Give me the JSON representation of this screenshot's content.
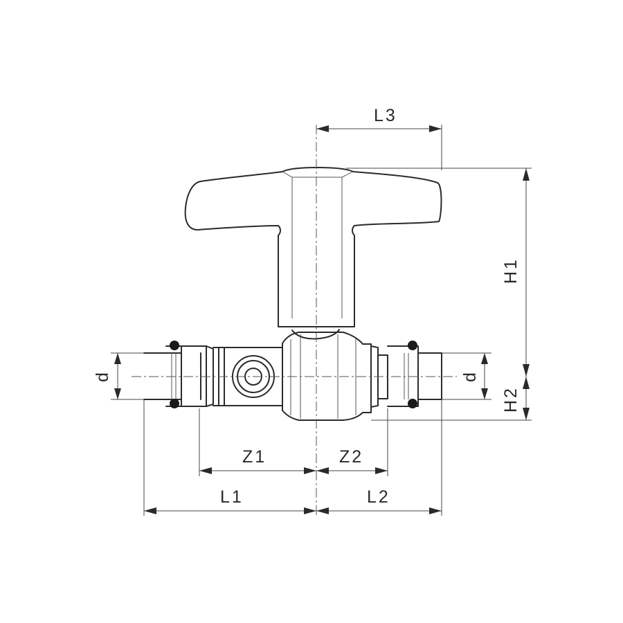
{
  "dimensions": {
    "L1": "L1",
    "L2": "L2",
    "L3": "L3",
    "Z1": "Z1",
    "Z2": "Z2",
    "H1": "H1",
    "H2": "H2",
    "d_left": "d",
    "d_right": "d"
  }
}
